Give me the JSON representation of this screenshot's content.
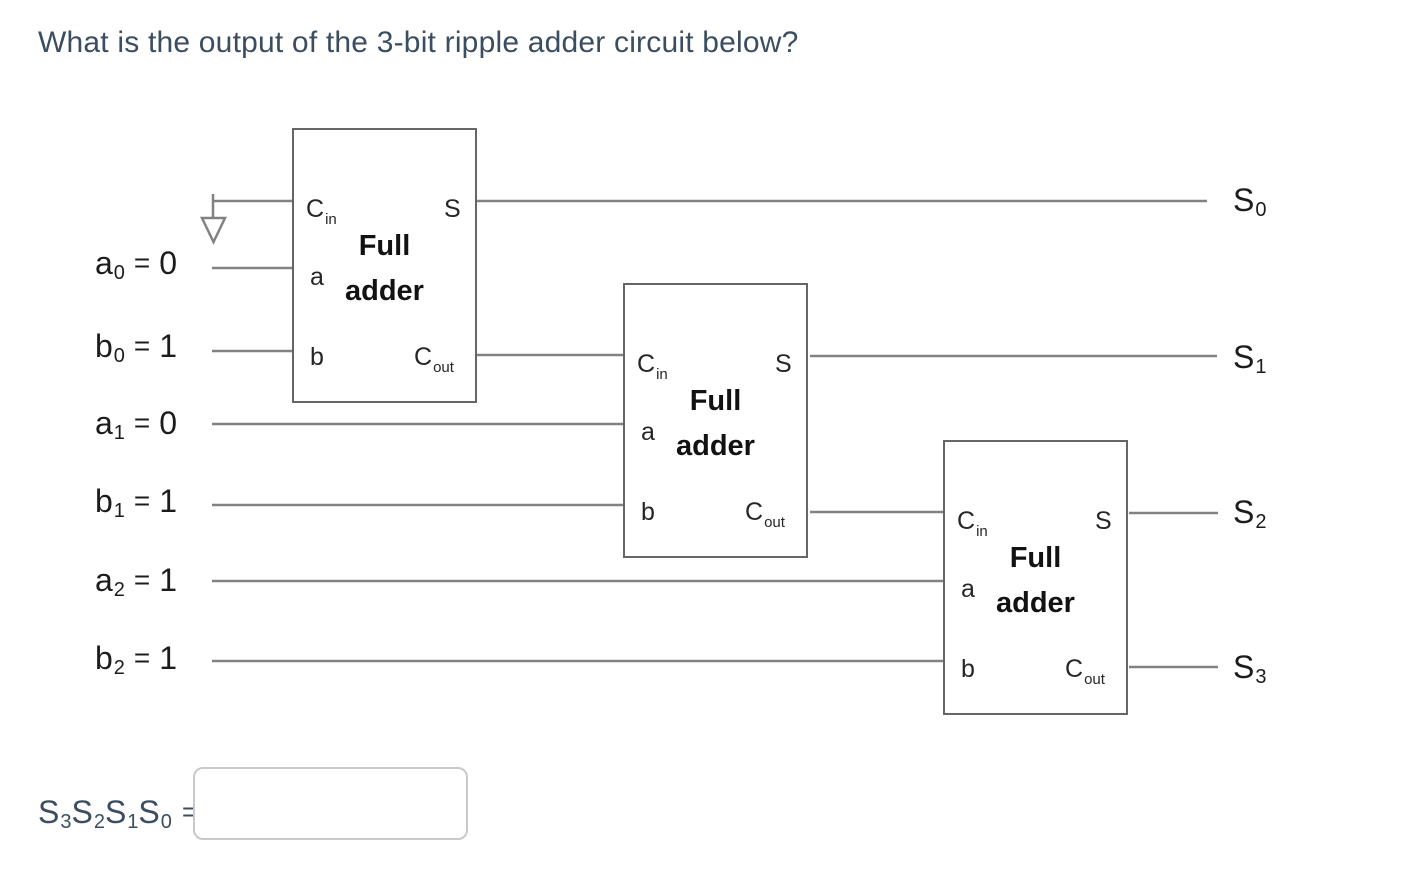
{
  "page": {
    "title": "What is the output of the 3-bit ripple adder circuit below?"
  },
  "circuit": {
    "adder_labels": {
      "cin_base": "C",
      "cin_sub": "in",
      "s": "S",
      "title_line1": "Full",
      "title_line2": "adder",
      "a": "a",
      "b": "b",
      "cout_base": "C",
      "cout_sub": "out"
    },
    "inputs": [
      {
        "base": "a",
        "sub": "0",
        "op": "=",
        "val": "0"
      },
      {
        "base": "b",
        "sub": "0",
        "op": "=",
        "val": "1"
      },
      {
        "base": "a",
        "sub": "1",
        "op": "=",
        "val": "0"
      },
      {
        "base": "b",
        "sub": "1",
        "op": "=",
        "val": "1"
      },
      {
        "base": "a",
        "sub": "2",
        "op": "=",
        "val": "1"
      },
      {
        "base": "b",
        "sub": "2",
        "op": "=",
        "val": "1"
      }
    ],
    "outputs": [
      {
        "base": "S",
        "sub": "0"
      },
      {
        "base": "S",
        "sub": "1"
      },
      {
        "base": "S",
        "sub": "2"
      },
      {
        "base": "S",
        "sub": "3"
      }
    ],
    "icons": {
      "ground_icon": "open-down-triangle-logic-0"
    }
  },
  "answer": {
    "label": [
      {
        "base": "S",
        "sub": "3"
      },
      {
        "base": "S",
        "sub": "2"
      },
      {
        "base": "S",
        "sub": "1"
      },
      {
        "base": "S",
        "sub": "0"
      }
    ],
    "op": "=",
    "input_value": ""
  },
  "colors": {
    "heading_text": "#3b4e61",
    "wire": "#828282",
    "box_border": "#666666",
    "circuit_text": "#1c1c1c",
    "input_border": "#c9c9c9",
    "background": "#ffffff"
  }
}
